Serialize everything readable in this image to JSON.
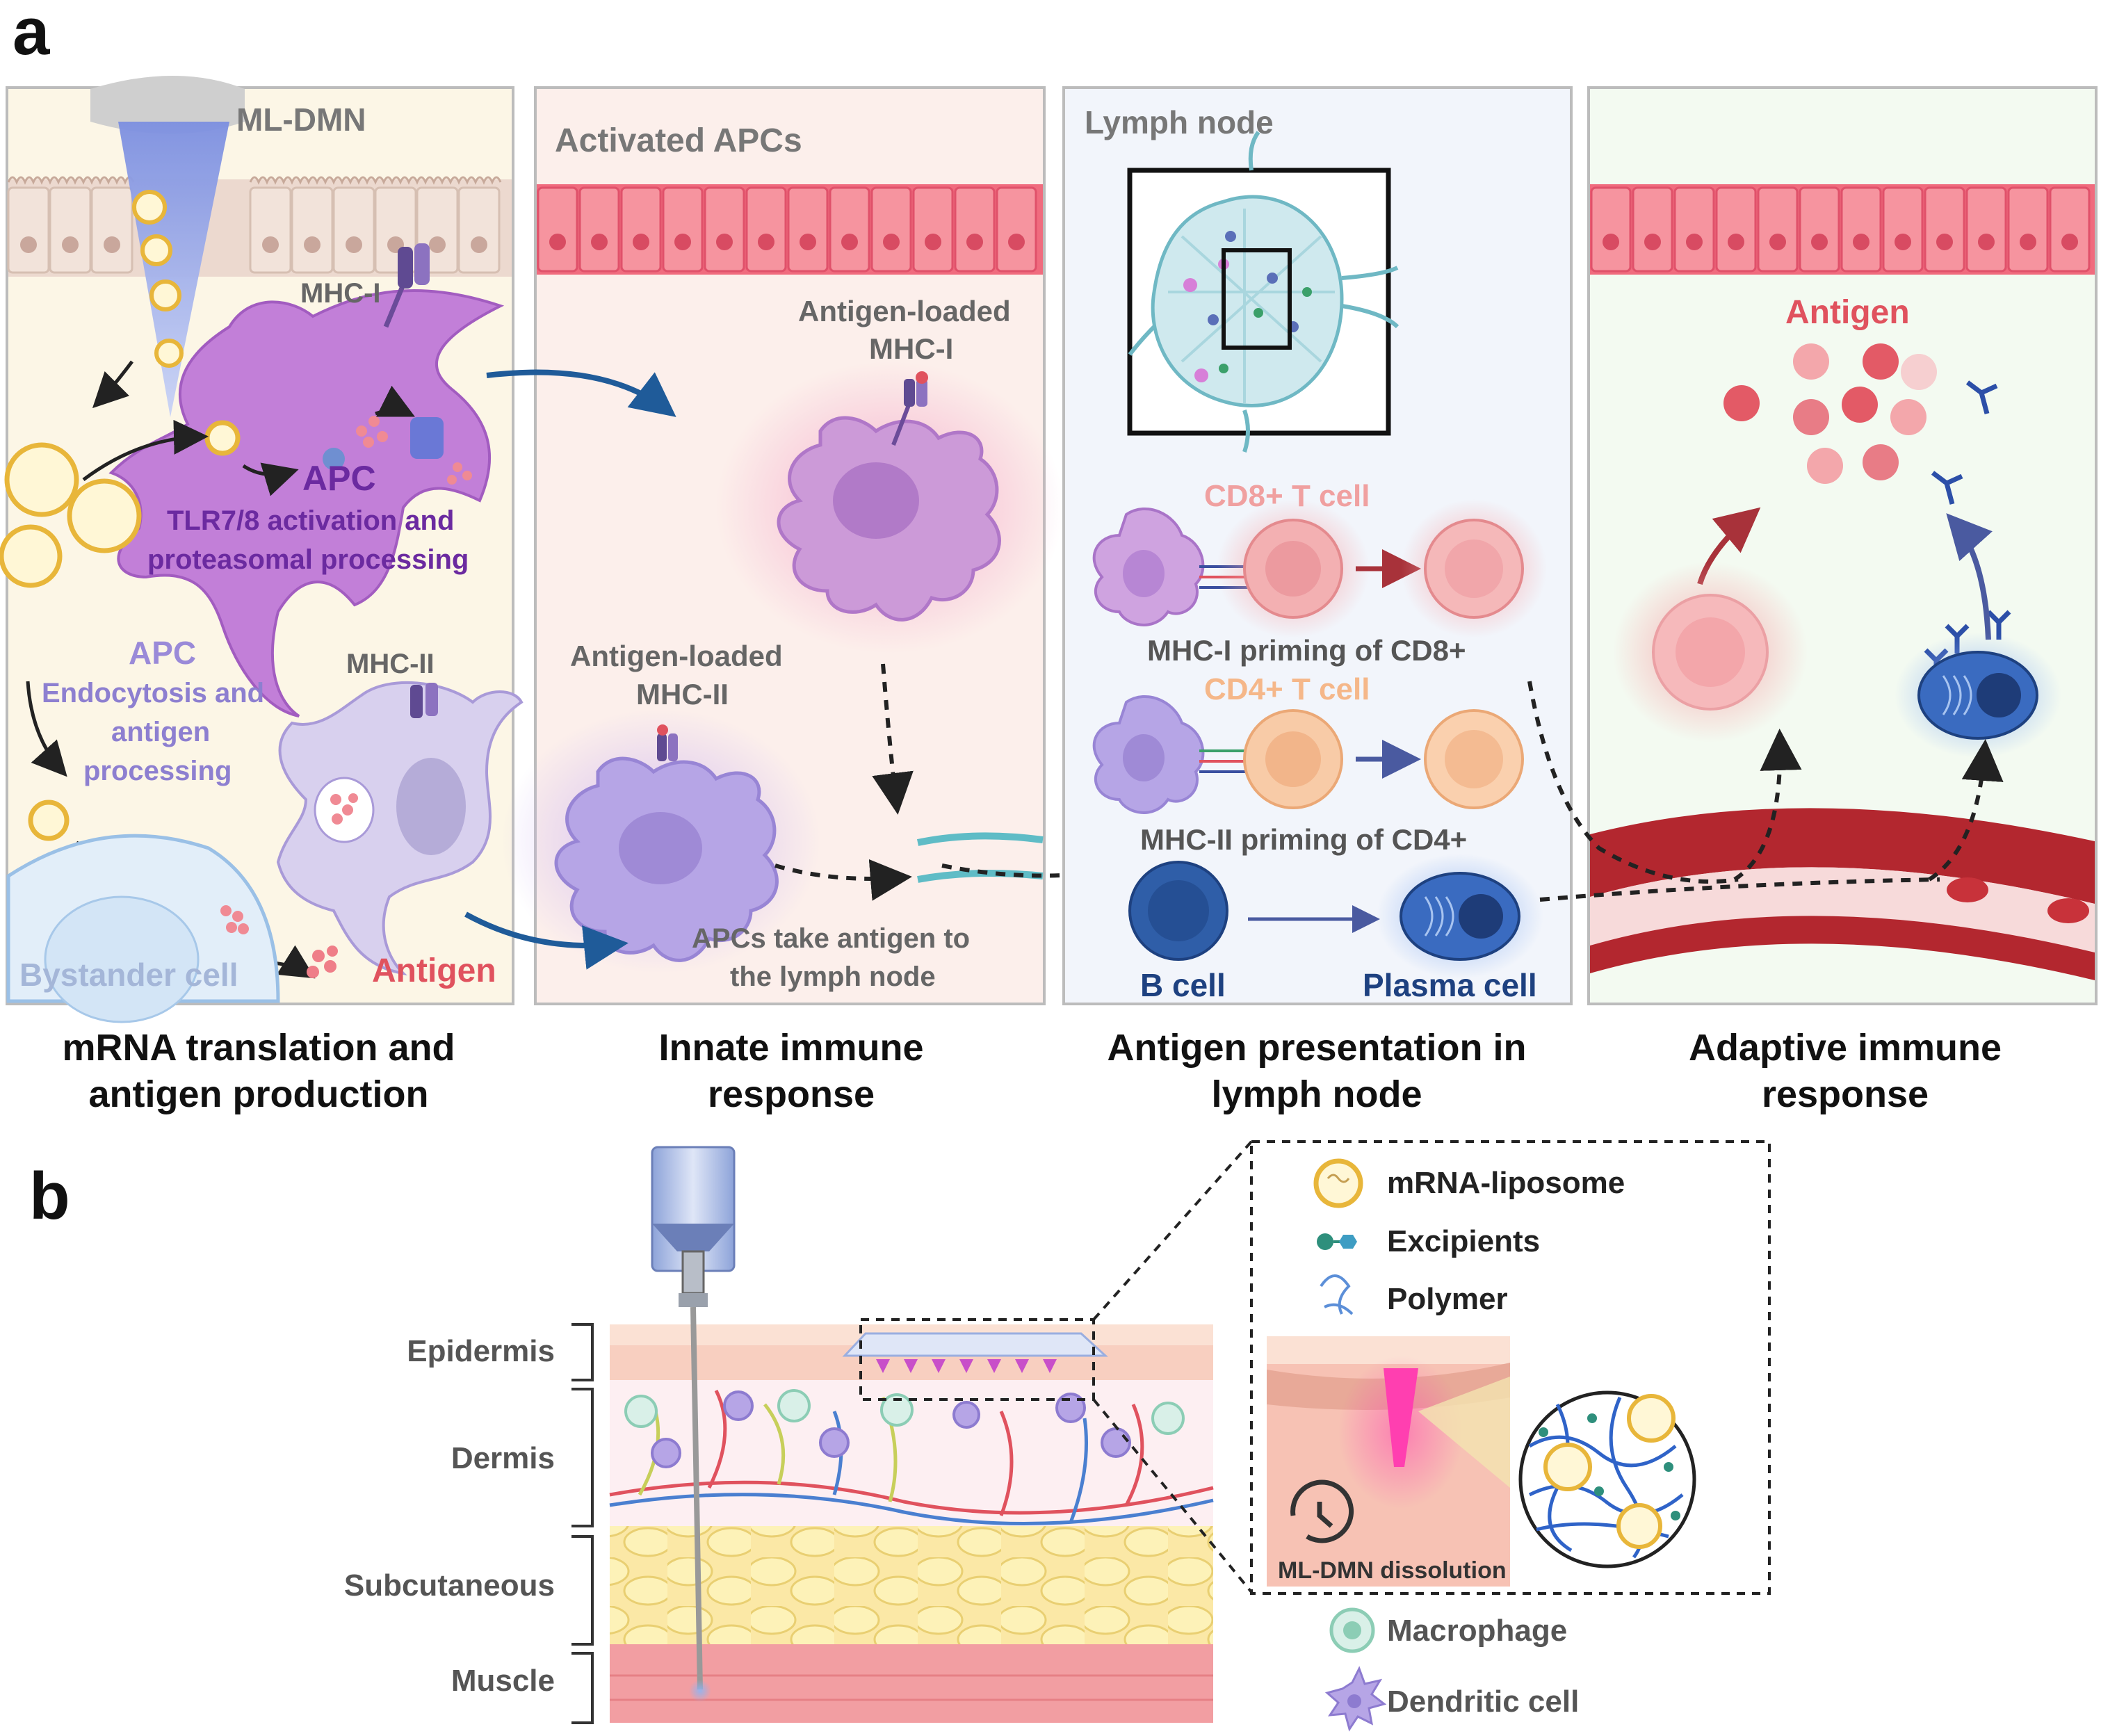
{
  "panel_a": {
    "letter": "a",
    "p1": {
      "device": "ML-DMN",
      "mhc1": "MHC-I",
      "apc_title": "APC",
      "apc_line1": "TLR7/8 activation and",
      "apc_line2": "proteasomal processing",
      "apc2_title": "APC",
      "apc2_line1": "Endocytosis and",
      "apc2_line2": "antigen",
      "apc2_line3": "processing",
      "mhc2": "MHC-II",
      "bystander": "Bystander cell",
      "antigen": "Antigen",
      "caption_line1": "mRNA translation and",
      "caption_line2": "antigen production"
    },
    "p2": {
      "title": "Activated APCs",
      "mhc1_line1": "Antigen-loaded",
      "mhc1_line2": "MHC-I",
      "mhc2_line1": "Antigen-loaded",
      "mhc2_line2": "MHC-II",
      "note_line1": "APCs take antigen to",
      "note_line2": "the lymph node",
      "caption_line1": "Innate immune",
      "caption_line2": "response"
    },
    "p3": {
      "title": "Lymph node",
      "cd8": "CD8+ T cell",
      "mhc1_priming": "MHC-I priming of CD8+",
      "cd4": "CD4+ T cell",
      "mhc2_priming": "MHC-II priming of CD4+",
      "bcell": "B cell",
      "plasma": "Plasma cell",
      "caption_line1": "Antigen presentation in",
      "caption_line2": "lymph node"
    },
    "p4": {
      "antigen": "Antigen",
      "caption_line1": "Adaptive immune",
      "caption_line2": "response"
    }
  },
  "panel_b": {
    "letter": "b",
    "layers": {
      "epidermis": "Epidermis",
      "dermis": "Dermis",
      "subcutaneous": "Subcutaneous",
      "muscle": "Muscle"
    },
    "legend": {
      "liposome": "mRNA-liposome",
      "excipients": "Excipients",
      "polymer": "Polymer",
      "dissolution": "ML-DMN dissolution",
      "macrophage": "Macrophage",
      "dendritic": "Dendritic cell"
    }
  },
  "colors": {
    "purple_apc": "#c27fd8",
    "lavender_apc": "#b9a9e0",
    "epithelium": "#f06b7e",
    "antigen_red": "#e0525e",
    "tcell_pink": "#f3a3a6",
    "tcell_peach": "#f8c4a3",
    "bcell_blue": "#2f5ea8",
    "vessel": "#b3272f",
    "dashed_arrow": "#222222",
    "blue_arrow": "#1f5b99"
  }
}
